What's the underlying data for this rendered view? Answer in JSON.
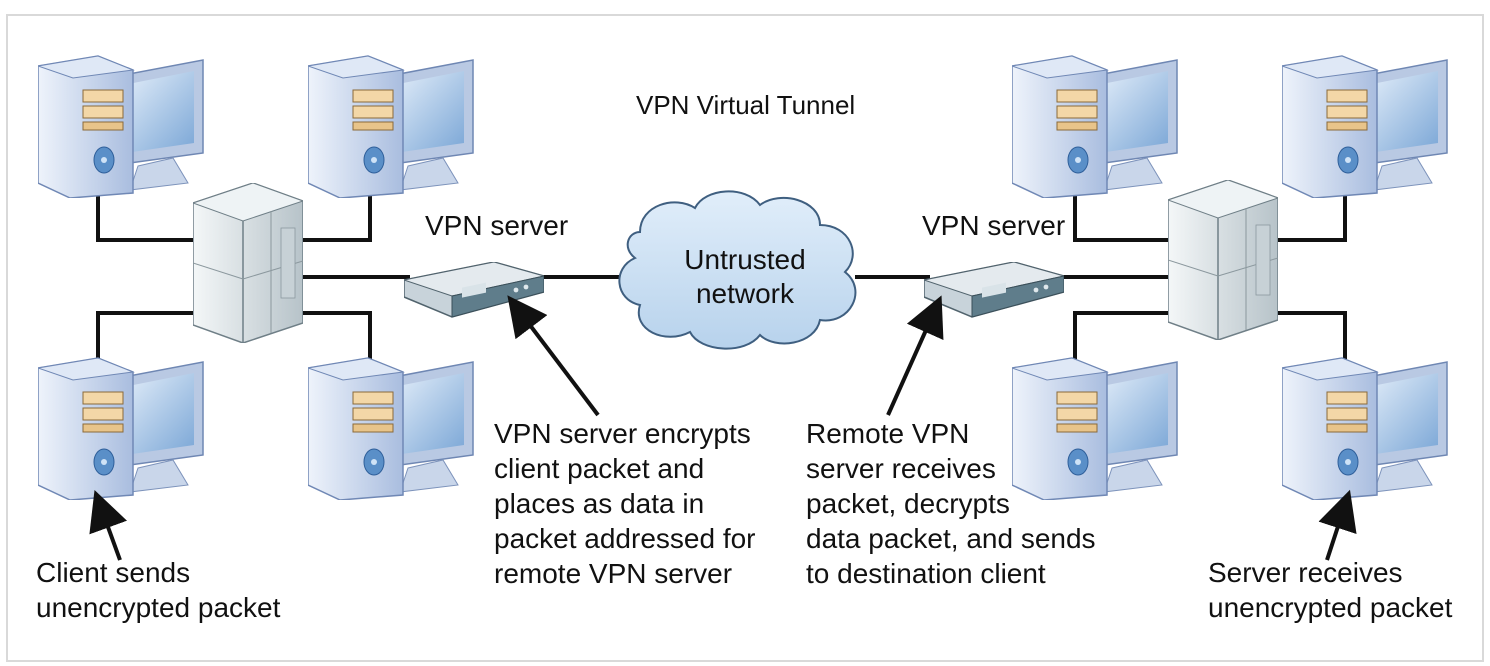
{
  "diagram": {
    "tunnel_label": "VPN Virtual Tunnel",
    "left_vpn_server_label": "VPN server",
    "right_vpn_server_label": "VPN server",
    "cloud_label": "Untrusted\nnetwork",
    "client_sends_label": "Client sends\nunencrypted packet",
    "encrypts_label": "VPN server encrypts\nclient packet and\nplaces as data in\npacket addressed for\nremote VPN server",
    "remote_receives_label": "Remote VPN\nserver receives\npacket, decrypts\ndata packet, and sends\nto destination client",
    "server_receives_label": "Server receives\nunencrypted packet"
  },
  "colors": {
    "cloud_fill": "#c9dff2",
    "monitor_frame": "#b9c9e3",
    "screen": "#8fb6e0",
    "tower": "#c4d2ea",
    "server_body": "#dfe6ea",
    "router_body": "#c8d3da",
    "line": "#111111"
  }
}
